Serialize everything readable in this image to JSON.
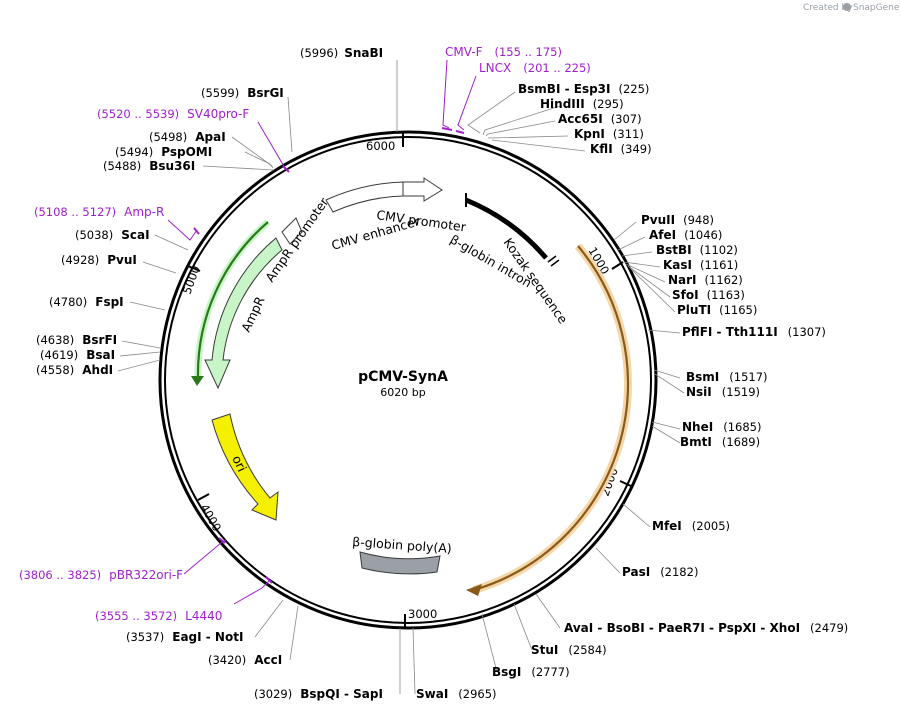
{
  "credit": {
    "text": "Created by",
    "brand": "SnapGene"
  },
  "plasmid": {
    "name": "pCMV-SynA",
    "size": "6020 bp"
  },
  "ticks": [
    "1000",
    "2000",
    "3000",
    "4000",
    "5000",
    "6000"
  ],
  "right_sites": [
    {
      "names": "SnaBI",
      "pos": "(5996)"
    },
    {
      "names": "BsmBI  - Esp3I",
      "pos": "(225)"
    },
    {
      "names": "HindIII",
      "pos": "(295)"
    },
    {
      "names": "Acc65I",
      "pos": "(307)"
    },
    {
      "names": "KpnI",
      "pos": "(311)"
    },
    {
      "names": "KflI",
      "pos": "(349)"
    },
    {
      "names": "PvuII",
      "pos": "(948)"
    },
    {
      "names": "AfeI",
      "pos": "(1046)"
    },
    {
      "names": "BstBI",
      "pos": "(1102)"
    },
    {
      "names": "KasI",
      "pos": "(1161)"
    },
    {
      "names": "NarI",
      "pos": "(1162)"
    },
    {
      "names": "SfoI",
      "pos": "(1163)"
    },
    {
      "names": "PluTI",
      "pos": "(1165)"
    },
    {
      "names": "PflFI  - Tth111I",
      "pos": "(1307)"
    },
    {
      "names": "BsmI",
      "pos": "(1517)"
    },
    {
      "names": "NsiI",
      "pos": "(1519)"
    },
    {
      "names": "NheI",
      "pos": "(1685)"
    },
    {
      "names": "BmtI",
      "pos": "(1689)"
    },
    {
      "names": "MfeI",
      "pos": "(2005)"
    },
    {
      "names": "PasI",
      "pos": "(2182)"
    },
    {
      "names": "AvaI  - BsoBI  - PaeR7I  - PspXI  - XhoI",
      "pos": "(2479)"
    },
    {
      "names": "StuI",
      "pos": "(2584)"
    },
    {
      "names": "BsgI",
      "pos": "(2777)"
    },
    {
      "names": "SwaI",
      "pos": "(2965)"
    },
    {
      "names": "BspQI  - SapI",
      "pos": "(3029)"
    }
  ],
  "left_sites": [
    {
      "names": "BsrGI",
      "pos": "(5599)"
    },
    {
      "names": "ApaI",
      "pos": "(5498)"
    },
    {
      "names": "PspOMI",
      "pos": "(5494)"
    },
    {
      "names": "Bsu36I",
      "pos": "(5488)"
    },
    {
      "names": "ScaI",
      "pos": "(5038)"
    },
    {
      "names": "PvuI",
      "pos": "(4928)"
    },
    {
      "names": "FspI",
      "pos": "(4780)"
    },
    {
      "names": "BsrFI",
      "pos": "(4638)"
    },
    {
      "names": "BsaI",
      "pos": "(4619)"
    },
    {
      "names": "AhdI",
      "pos": "(4558)"
    },
    {
      "names": "EagI  - NotI",
      "pos": "(3537)"
    },
    {
      "names": "AccI",
      "pos": "(3420)"
    }
  ],
  "primers": [
    {
      "name": "CMV-F",
      "pos": "(155 .. 175)"
    },
    {
      "name": "LNCX",
      "pos": "(201 .. 225)"
    },
    {
      "name": "SV40pro-F",
      "pos": "(5520 .. 5539)"
    },
    {
      "name": "Amp-R",
      "pos": "(5108 .. 5127)"
    },
    {
      "name": "pBR322ori-F",
      "pos": "(3806 .. 3825)"
    },
    {
      "name": "L4440",
      "pos": "(3555 .. 3572)"
    }
  ],
  "features": {
    "cmv_enhancer": "CMV enhancer",
    "cmv_promoter": "CMV promoter",
    "beta_globin_intron": "β-globin intron",
    "kozak": "Kozak sequence",
    "ampr_promoter": "AmpR promoter",
    "ampr": "AmpR",
    "ori": "ori",
    "polya": "β-globin poly(A)"
  },
  "colors": {
    "primer": "#a020d0",
    "syna_cds": "#e8a33c",
    "ampr": "#c8f5c8",
    "ori": "#f5f000",
    "polya": "#9aa0a6"
  }
}
